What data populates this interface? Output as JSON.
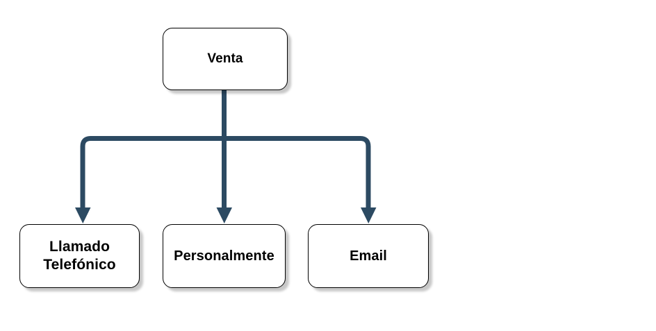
{
  "diagram": {
    "type": "tree",
    "background_color": "#ffffff",
    "connector_color": "#2c4a62",
    "node_border_color": "#000000",
    "node_fill_color": "#ffffff",
    "root": {
      "id": "venta",
      "label": "Venta"
    },
    "children": [
      {
        "id": "llamado-telefonico",
        "label": "Llamado\nTelefónico"
      },
      {
        "id": "personalmente",
        "label": "Personalmente"
      },
      {
        "id": "email",
        "label": "Email"
      }
    ],
    "edges": [
      {
        "from": "venta",
        "to": "llamado-telefonico",
        "arrow": "down"
      },
      {
        "from": "venta",
        "to": "personalmente",
        "arrow": "down"
      },
      {
        "from": "venta",
        "to": "email",
        "arrow": "down"
      }
    ]
  }
}
